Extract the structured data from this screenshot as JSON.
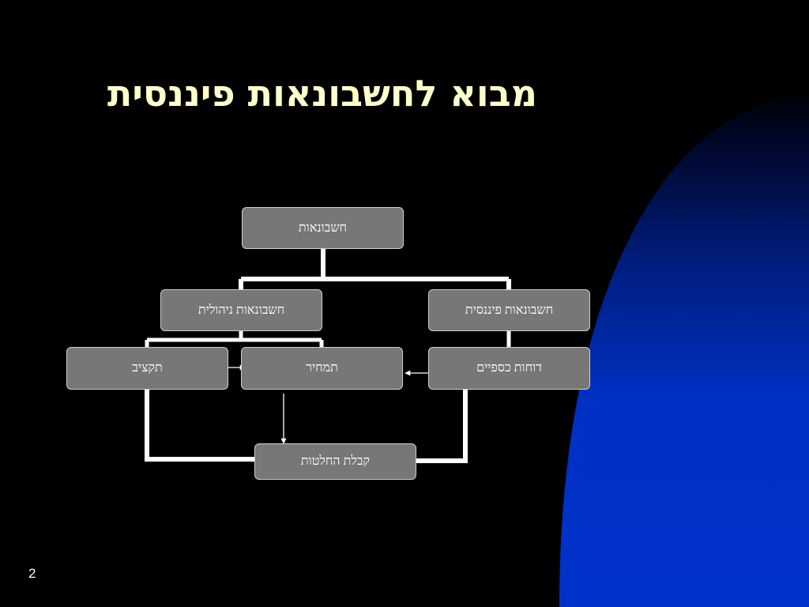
{
  "slide": {
    "title": "מבוא לחשבונאות פיננסית",
    "page_number": "2"
  },
  "diagram": {
    "nodes": {
      "accounting": "חשבונאות",
      "managerial": "חשבונאות ניהולית",
      "financial": "חשבונאות פיננסית",
      "budget": "תקציב",
      "pricing": "תמחיר",
      "statements": "דוחות כספיים",
      "decisions": "קבלת החלטות"
    }
  },
  "colors": {
    "background": "#000000",
    "title": "#ffffcc",
    "box_fill": "#777777",
    "box_border": "#cfcfcf",
    "connector": "#ffffff",
    "decor_blue": "#0033cc"
  }
}
